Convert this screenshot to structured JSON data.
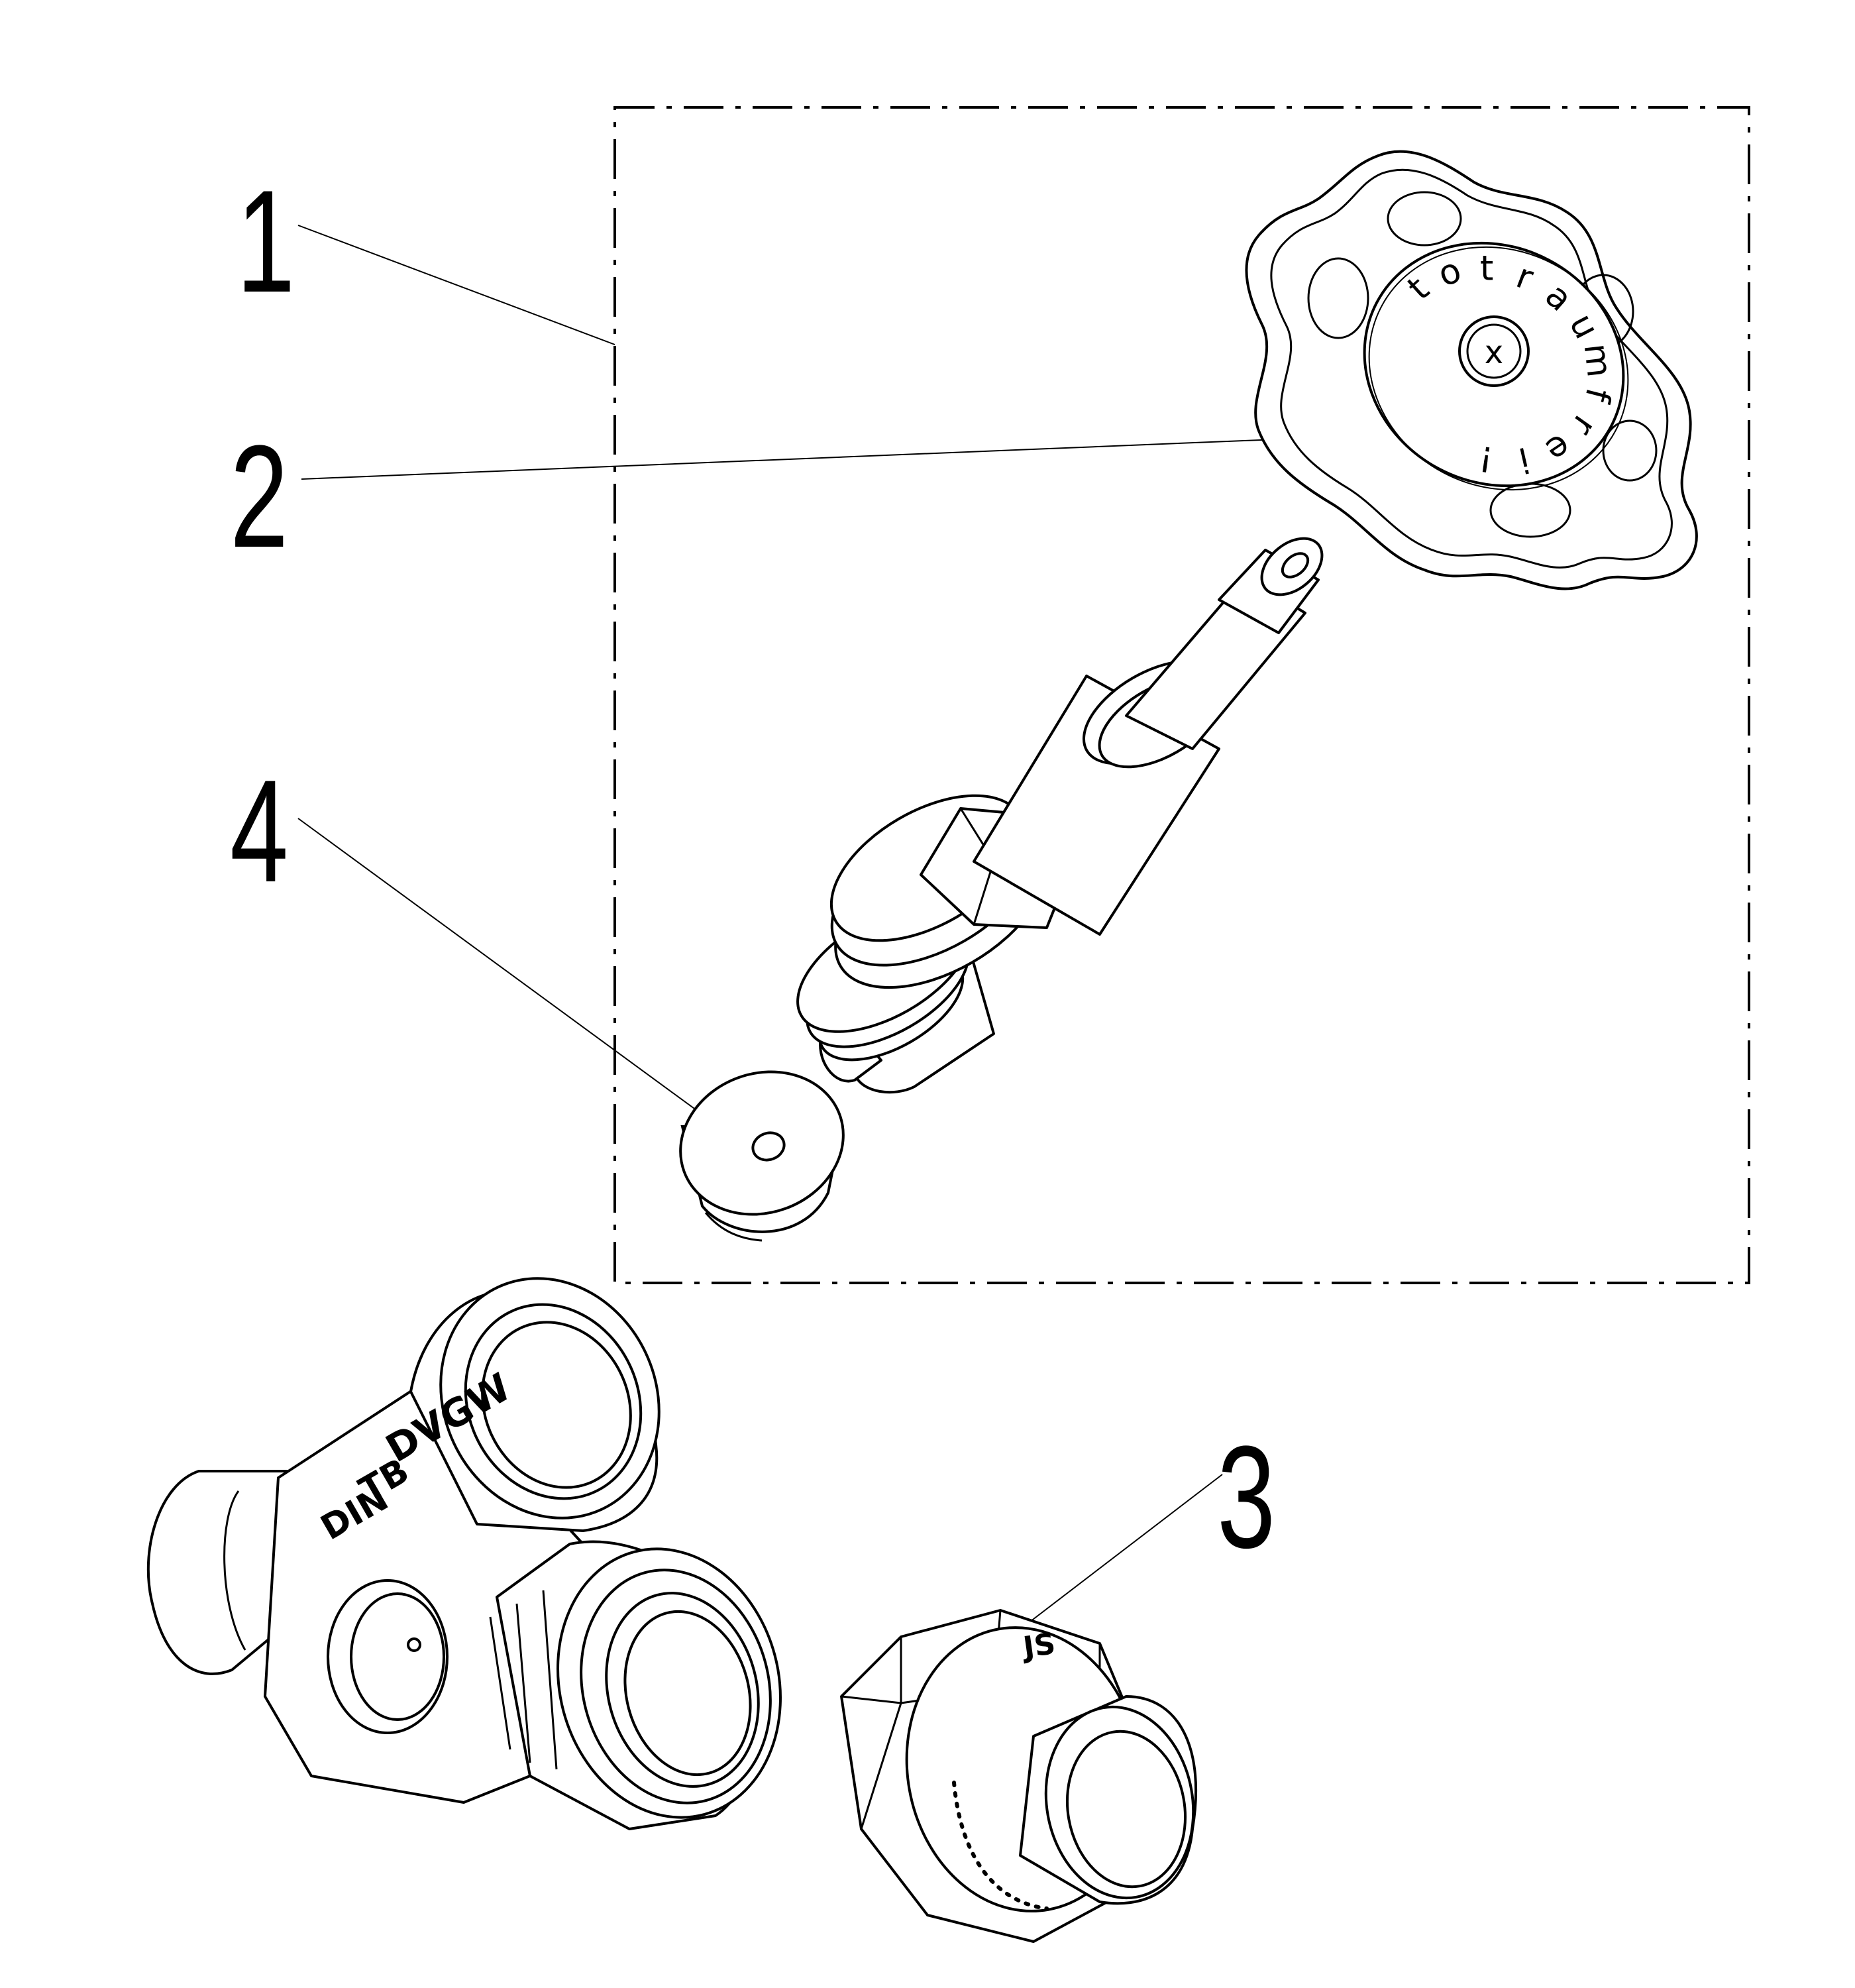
{
  "callouts": {
    "c1": "1",
    "c2": "2",
    "c3": "3",
    "c4": "4"
  },
  "handwheel": {
    "letters": [
      "t",
      "o",
      "t",
      "r",
      "a",
      "u",
      "m",
      "f",
      "r",
      "e",
      "i",
      "!"
    ],
    "center_mark": "x"
  },
  "union_nut": {
    "mark": "JS"
  },
  "valve_body": {
    "marks": [
      "DVGW",
      "TB",
      "DIN"
    ]
  },
  "colors": {
    "line": "#000000",
    "background": "#ffffff"
  }
}
